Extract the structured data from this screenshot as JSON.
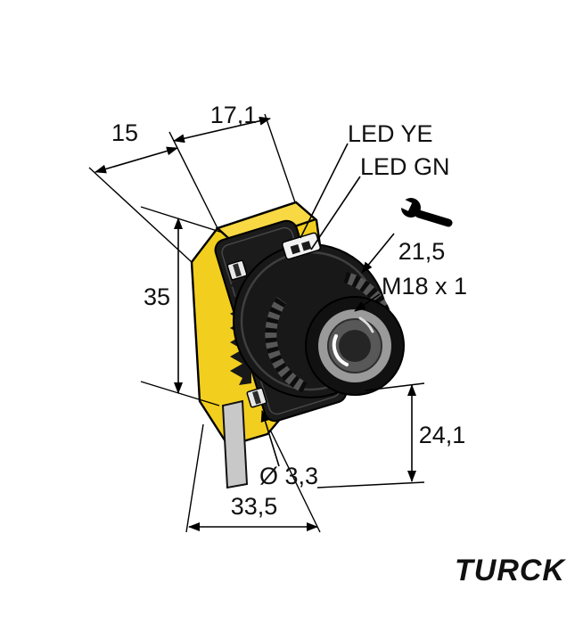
{
  "diagram": {
    "labels": {
      "dim_depth_top": "15",
      "dim_width_top": "17,1",
      "led_yellow": "LED YE",
      "led_green": "LED GN",
      "wrench_size": "21,5",
      "thread_spec": "M18 x 1",
      "dim_height": "35",
      "dim_barrel": "24,1",
      "dim_hole": "Ø 3,3",
      "dim_width_bottom": "33,5"
    },
    "brand": "TURCK",
    "icons": {
      "wrench": "open-end-wrench"
    },
    "colors": {
      "housing": "#f2cf1f",
      "housing_top": "#f8d943",
      "body": "#1b1b1b",
      "nut": "#181818",
      "cable": "#c8c8c8",
      "line": "#000000"
    }
  }
}
